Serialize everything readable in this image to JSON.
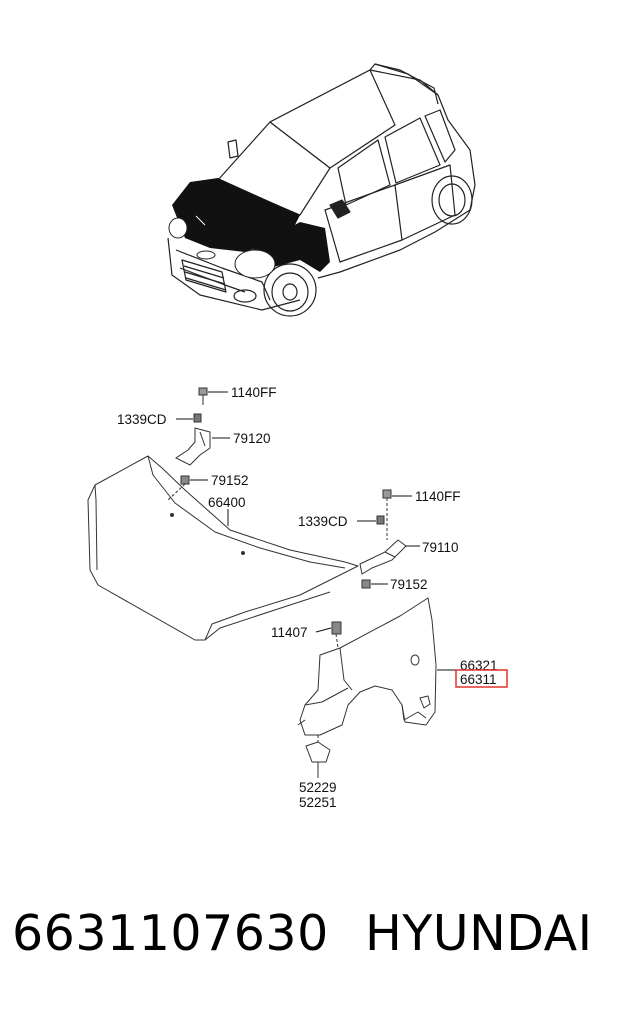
{
  "diagram": {
    "labels": {
      "bolt_hood_hinge": "1140FF",
      "nut_hood_hinge": "1339CD",
      "hinge_left": "79120",
      "hinge_left_bolt": "79152",
      "hood_panel": "66400",
      "bolt_fender_hinge": "1140FF",
      "nut_fender_hinge": "1339CD",
      "hinge_right": "79110",
      "hinge_right_bolt": "79152",
      "fender_bolt": "11407",
      "fender_rh": "66321",
      "fender_lh": "66311",
      "bracket_a": "52229",
      "bracket_b": "52251"
    },
    "highlight_color": "#e0342c"
  },
  "footer": {
    "part_number": "6631107630",
    "brand": "HYUNDAI"
  }
}
